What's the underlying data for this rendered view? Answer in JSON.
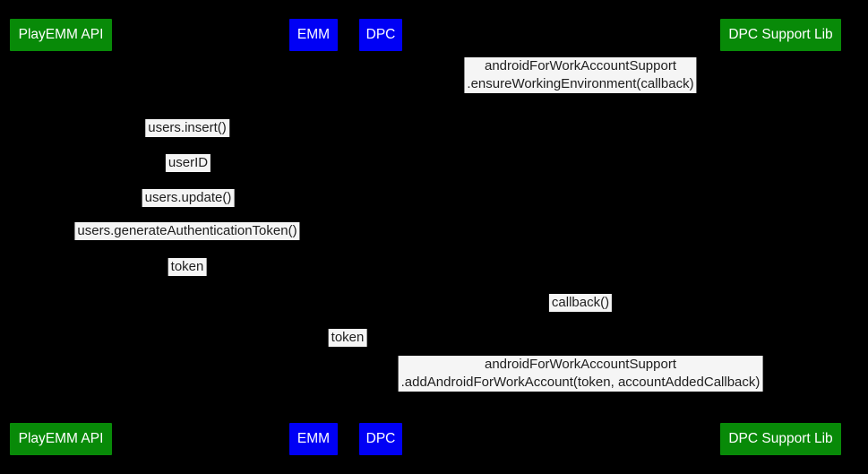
{
  "diagram": {
    "type": "sequence-diagram",
    "colors": {
      "background": "#000000",
      "actor_green": "#088A08",
      "actor_blue": "#0000F5",
      "actor_text": "#FFFFFF",
      "label_bg": "#F5F5F5",
      "label_text": "#1E1E1E"
    },
    "actors": [
      {
        "id": "playemm-api",
        "label": "PlayEMM API",
        "color": "#088A08"
      },
      {
        "id": "emm",
        "label": "EMM",
        "color": "#0000F5"
      },
      {
        "id": "dpc",
        "label": "DPC",
        "color": "#0000F5"
      },
      {
        "id": "dpc-support-lib",
        "label": "DPC Support Lib",
        "color": "#088A08"
      }
    ],
    "messages": [
      {
        "lines": [
          "androidForWorkAccountSupport",
          ".ensureWorkingEnvironment(callback)"
        ]
      },
      {
        "lines": [
          "users.insert()"
        ]
      },
      {
        "lines": [
          "userID"
        ]
      },
      {
        "lines": [
          "users.update()"
        ]
      },
      {
        "lines": [
          "users.generateAuthenticationToken()"
        ]
      },
      {
        "lines": [
          "token"
        ]
      },
      {
        "lines": [
          "callback()"
        ]
      },
      {
        "lines": [
          "token"
        ]
      },
      {
        "lines": [
          "androidForWorkAccountSupport",
          ".addAndroidForWorkAccount(token, accountAddedCallback)"
        ]
      }
    ]
  }
}
